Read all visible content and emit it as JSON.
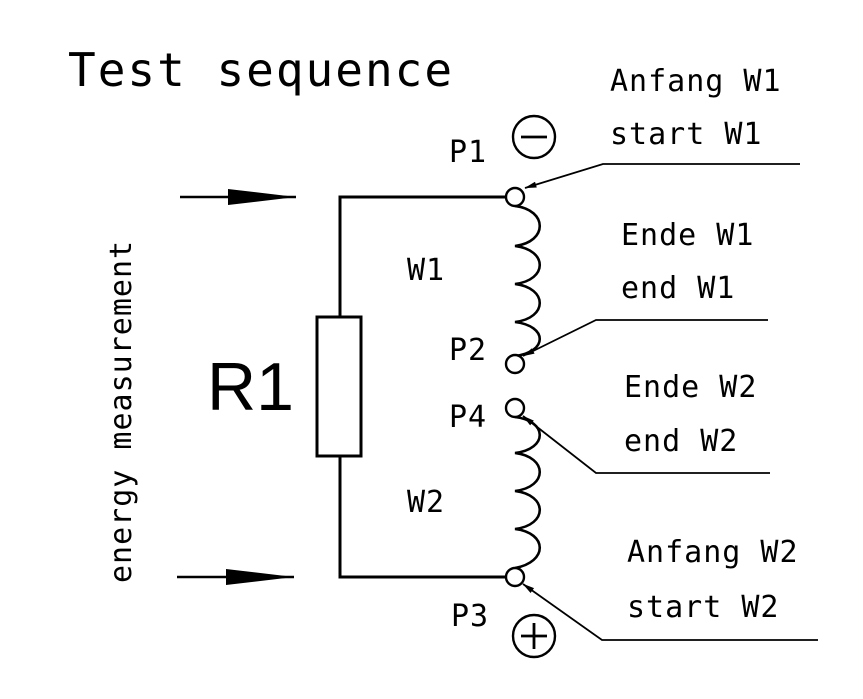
{
  "title": "Test sequence",
  "side_label": "energy measurement",
  "resistor_label": "R1",
  "windings": {
    "w1": "W1",
    "w2": "W2"
  },
  "points": {
    "p1": "P1",
    "p2": "P2",
    "p3": "P3",
    "p4": "P4"
  },
  "polarity": {
    "p1": "−",
    "p3": "+"
  },
  "callouts": {
    "start_w1": {
      "de": "Anfang W1",
      "en": "start W1"
    },
    "end_w1": {
      "de": "Ende W1",
      "en": "end W1"
    },
    "end_w2": {
      "de": "Ende W2",
      "en": "end W2"
    },
    "start_w2": {
      "de": "Anfang W2",
      "en": "start W2"
    }
  }
}
